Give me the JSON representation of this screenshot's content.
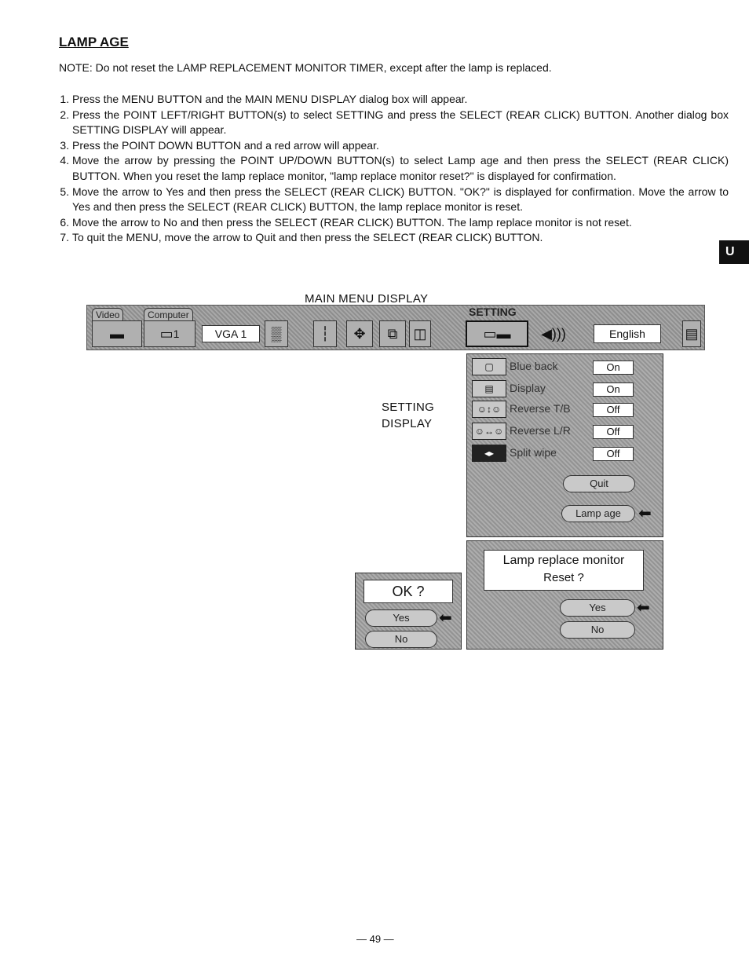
{
  "heading": "LAMP AGE",
  "note": "NOTE: Do not reset the LAMP REPLACEMENT MONITOR TIMER, except after the lamp is replaced.",
  "steps": [
    "Press the MENU BUTTON and the MAIN MENU DISPLAY dialog box will appear.",
    "Press the POINT LEFT/RIGHT BUTTON(s) to select SETTING and press the SELECT (REAR CLICK) BUTTON. Another dialog box SETTING DISPLAY will appear.",
    "Press the POINT DOWN BUTTON and a red arrow will appear.",
    "Move the arrow by pressing the POINT UP/DOWN BUTTON(s) to select Lamp age and then press the SELECT (REAR CLICK) BUTTON. When you reset the lamp replace monitor, \"lamp replace monitor reset?\" is displayed for confirmation.",
    "Move the arrow to Yes and then press the SELECT (REAR CLICK) BUTTON. \"OK?\" is displayed for confirmation. Move the arrow to Yes and then press the SELECT (REAR CLICK) BUTTON, the lamp replace monitor is reset.",
    "Move the arrow to No and then press the SELECT (REAR CLICK) BUTTON. The lamp replace monitor is not reset.",
    "To quit the MENU, move the arrow to Quit and then press the SELECT (REAR CLICK) BUTTON."
  ],
  "main_menu_label": "MAIN MENU DISPLAY",
  "setting_display_label_1": "SETTING",
  "setting_display_label_2": "DISPLAY",
  "menubar": {
    "tab_video": "Video",
    "tab_computer": "Computer",
    "input_number": "1",
    "source_value": "VGA 1",
    "setting_caption": "SETTING",
    "language_value": "English"
  },
  "setting_panel": {
    "rows": [
      {
        "label": "Blue back",
        "value": "On"
      },
      {
        "label": "Display",
        "value": "On"
      },
      {
        "label": "Reverse T/B",
        "value": "Off"
      },
      {
        "label": "Reverse L/R",
        "value": "Off"
      },
      {
        "label": "Split wipe",
        "value": "Off"
      }
    ],
    "quit_label": "Quit",
    "lamp_age_label": "Lamp age"
  },
  "lamp_dialog": {
    "title_line1": "Lamp replace monitor",
    "title_line2": "Reset ?",
    "yes_label": "Yes",
    "no_label": "No"
  },
  "ok_dialog": {
    "title": "OK ?",
    "yes_label": "Yes",
    "no_label": "No"
  },
  "side_tab": "U",
  "page_number": "— 49 —"
}
